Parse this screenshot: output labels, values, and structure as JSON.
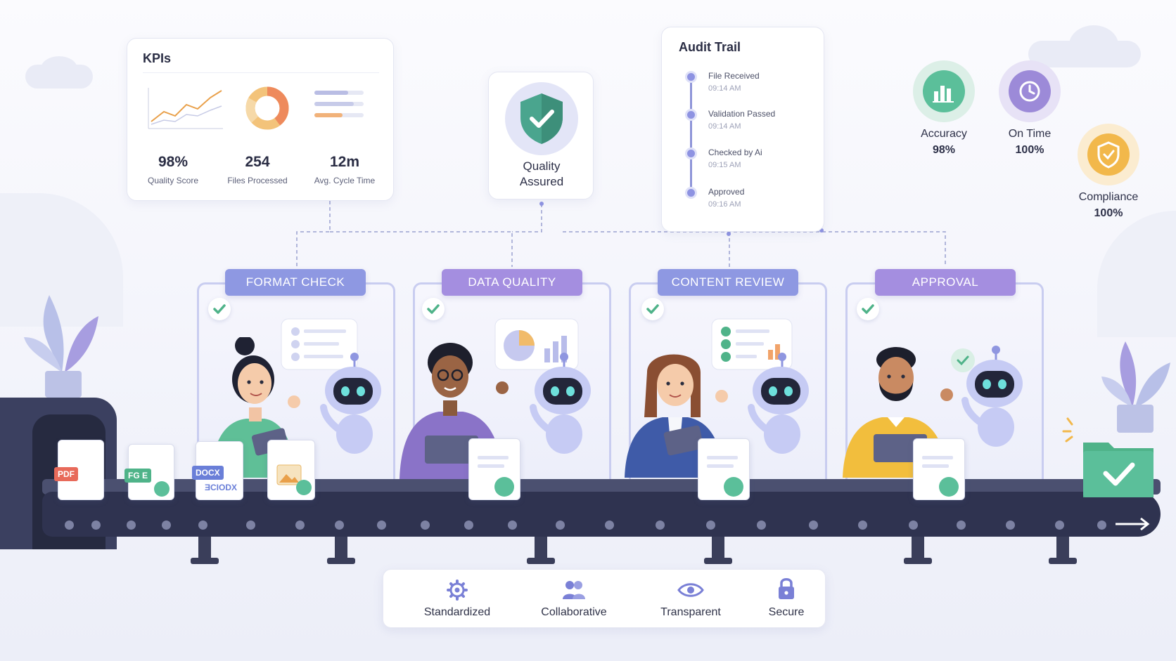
{
  "kpis": {
    "title": "KPIs",
    "items": [
      {
        "value": "98%",
        "label": "Quality Score"
      },
      {
        "value": "254",
        "label": "Files Processed"
      },
      {
        "value": "12m",
        "label": "Avg. Cycle Time"
      }
    ]
  },
  "quality_badge": {
    "line1": "Quality",
    "line2": "Assured"
  },
  "audit_trail": {
    "title": "Audit Trail",
    "events": [
      {
        "event": "File Received",
        "time": "09:14 AM"
      },
      {
        "event": "Validation Passed",
        "time": "09:14 AM"
      },
      {
        "event": "Checked by Ai",
        "time": "09:15 AM"
      },
      {
        "event": "Approved",
        "time": "09:16 AM"
      }
    ]
  },
  "metrics": [
    {
      "label": "Accuracy",
      "value": "98%",
      "color": "#5bbf9a",
      "icon": "bar-chart-icon"
    },
    {
      "label": "On Time",
      "value": "100%",
      "color": "#9c8ad8",
      "icon": "clock-icon"
    },
    {
      "label": "Compliance",
      "value": "100%",
      "color": "#f2b84b",
      "icon": "shield-icon"
    }
  ],
  "stages": [
    {
      "label": "FORMAT CHECK",
      "color": "#8e98e2"
    },
    {
      "label": "DATA QUALITY",
      "color": "#a48ee0"
    },
    {
      "label": "CONTENT REVIEW",
      "color": "#8e98e2"
    },
    {
      "label": "APPROVAL",
      "color": "#a48ee0"
    }
  ],
  "file_badges": {
    "pdf": "PDF",
    "xls": "FG E",
    "doc": "DOCX",
    "doc_mirror": "ƎCIODX"
  },
  "values": [
    {
      "label": "Standardized",
      "icon": "gear-icon"
    },
    {
      "label": "Collaborative",
      "icon": "people-icon"
    },
    {
      "label": "Transparent",
      "icon": "eye-icon"
    },
    {
      "label": "Secure",
      "icon": "lock-icon"
    }
  ],
  "colors": {
    "primary": "#8e98e2",
    "purple": "#a48ee0",
    "success": "#5bbf9a",
    "belt": "#2f3350"
  }
}
